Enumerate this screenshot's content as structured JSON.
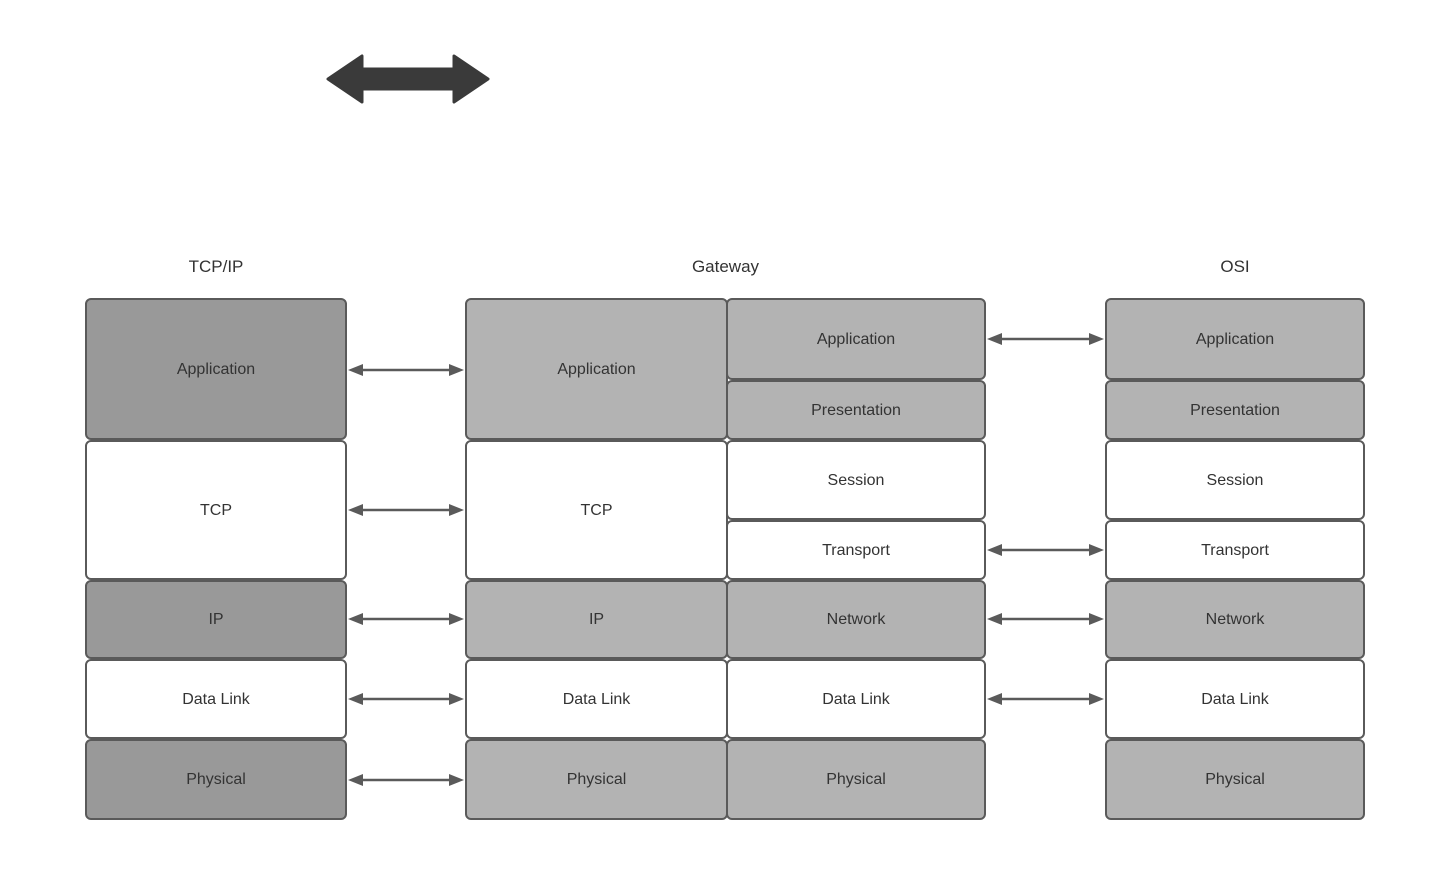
{
  "diagram": {
    "title_top_arrow": "double-headed-arrow",
    "columns": [
      {
        "id": "tcpip",
        "heading": "TCP/IP",
        "layers": [
          {
            "label": "Application",
            "fill": "#999999"
          },
          {
            "label": "TCP",
            "fill": "#ffffff"
          },
          {
            "label": "IP",
            "fill": "#999999"
          },
          {
            "label": "Data Link",
            "fill": "#ffffff"
          },
          {
            "label": "Physical",
            "fill": "#999999"
          }
        ]
      },
      {
        "id": "gateway",
        "heading": "Gateway",
        "left_layers": [
          {
            "label": "Application",
            "fill": "#b3b3b3"
          },
          {
            "label": "TCP",
            "fill": "#ffffff"
          },
          {
            "label": "IP",
            "fill": "#b3b3b3"
          },
          {
            "label": "Data Link",
            "fill": "#ffffff"
          },
          {
            "label": "Physical",
            "fill": "#b3b3b3"
          }
        ],
        "right_layers": [
          {
            "label": "Application",
            "fill": "#b3b3b3"
          },
          {
            "label": "Presentation",
            "fill": "#b3b3b3"
          },
          {
            "label": "Session",
            "fill": "#ffffff"
          },
          {
            "label": "Transport",
            "fill": "#ffffff"
          },
          {
            "label": "Network",
            "fill": "#b3b3b3"
          },
          {
            "label": "Data Link",
            "fill": "#ffffff"
          },
          {
            "label": "Physical",
            "fill": "#b3b3b3"
          }
        ]
      },
      {
        "id": "osi",
        "heading": "OSI",
        "layers": [
          {
            "label": "Application",
            "fill": "#b3b3b3"
          },
          {
            "label": "Presentation",
            "fill": "#b3b3b3"
          },
          {
            "label": "Session",
            "fill": "#ffffff"
          },
          {
            "label": "Transport",
            "fill": "#ffffff"
          },
          {
            "label": "Network",
            "fill": "#b3b3b3"
          },
          {
            "label": "Data Link",
            "fill": "#ffffff"
          },
          {
            "label": "Physical",
            "fill": "#b3b3b3"
          }
        ]
      }
    ],
    "connectors_left": [
      {
        "from": "Application",
        "to": "Application"
      },
      {
        "from": "TCP",
        "to": "TCP"
      },
      {
        "from": "IP",
        "to": "IP"
      },
      {
        "from": "Data Link",
        "to": "Data Link"
      },
      {
        "from": "Physical",
        "to": "Physical"
      }
    ],
    "connectors_right": [
      {
        "from": "Application",
        "to": "Application"
      },
      {
        "from": "Transport",
        "to": "Transport"
      },
      {
        "from": "Network",
        "to": "Network"
      },
      {
        "from": "Data Link",
        "to": "Data Link"
      }
    ],
    "colors": {
      "stroke": "#5a5a5a",
      "arrow": "#5a5a5a",
      "big_arrow": "#3a3a3a",
      "gray_dark": "#999999",
      "gray_light": "#b3b3b3",
      "white": "#ffffff",
      "text": "#333333"
    }
  }
}
